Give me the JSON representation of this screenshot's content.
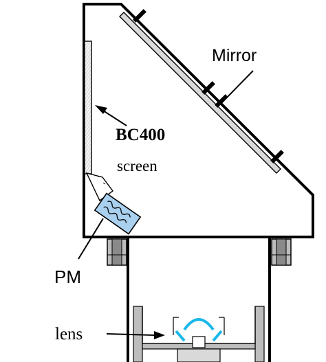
{
  "labels": {
    "mirror": "Mirror",
    "scintillator": "BC400",
    "scintillator_sub": "screen",
    "photomultiplier": "PM",
    "lens": "lens"
  },
  "colors": {
    "outline": "#000000",
    "fill": "#ffffff",
    "mount_grey": "#bdbdbd",
    "mount_dark": "#8a8a8a",
    "pm_blue": "#a9d0ee",
    "lens_cyan": "#19b7ea",
    "screen_grey": "#d9d9d9"
  }
}
